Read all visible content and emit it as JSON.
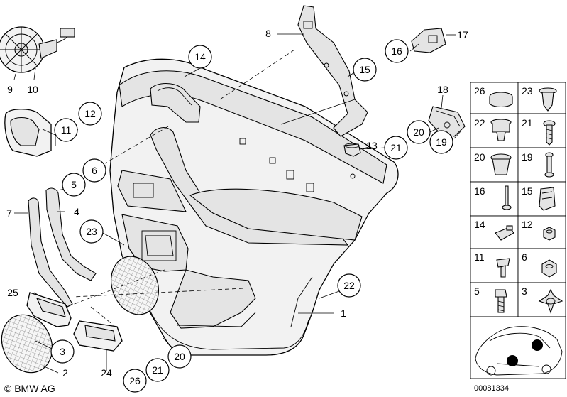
{
  "callouts": [
    {
      "id": "c14",
      "text": "14"
    },
    {
      "id": "c12",
      "text": "12"
    },
    {
      "id": "c11",
      "text": "11"
    },
    {
      "id": "c6",
      "text": "6"
    },
    {
      "id": "c5",
      "text": "5"
    },
    {
      "id": "c23",
      "text": "23"
    },
    {
      "id": "c15",
      "text": "15"
    },
    {
      "id": "c16",
      "text": "16"
    },
    {
      "id": "c20a",
      "text": "20"
    },
    {
      "id": "c19",
      "text": "19"
    },
    {
      "id": "c21a",
      "text": "21"
    },
    {
      "id": "c22",
      "text": "22"
    },
    {
      "id": "c3",
      "text": "3"
    },
    {
      "id": "c20b",
      "text": "20"
    },
    {
      "id": "c21b",
      "text": "21"
    },
    {
      "id": "c26",
      "text": "26"
    }
  ],
  "plain_labels": [
    {
      "id": "p8",
      "text": "8"
    },
    {
      "id": "p17",
      "text": "17"
    },
    {
      "id": "p9",
      "text": "9"
    },
    {
      "id": "p10",
      "text": "10"
    },
    {
      "id": "p18",
      "text": "18"
    },
    {
      "id": "p13",
      "text": "13"
    },
    {
      "id": "p7",
      "text": "7"
    },
    {
      "id": "p4",
      "text": "4"
    },
    {
      "id": "p1",
      "text": "1"
    },
    {
      "id": "p25",
      "text": "25"
    },
    {
      "id": "p2",
      "text": "2"
    },
    {
      "id": "p24",
      "text": "24"
    }
  ],
  "parts_grid": [
    [
      "26",
      "23"
    ],
    [
      "22",
      "21"
    ],
    [
      "20",
      "19"
    ],
    [
      "16",
      "15"
    ],
    [
      "14",
      "12"
    ],
    [
      "11",
      "6"
    ],
    [
      "5",
      "3"
    ]
  ],
  "copyright": "© BMW AG",
  "diagram_number": "00081334"
}
